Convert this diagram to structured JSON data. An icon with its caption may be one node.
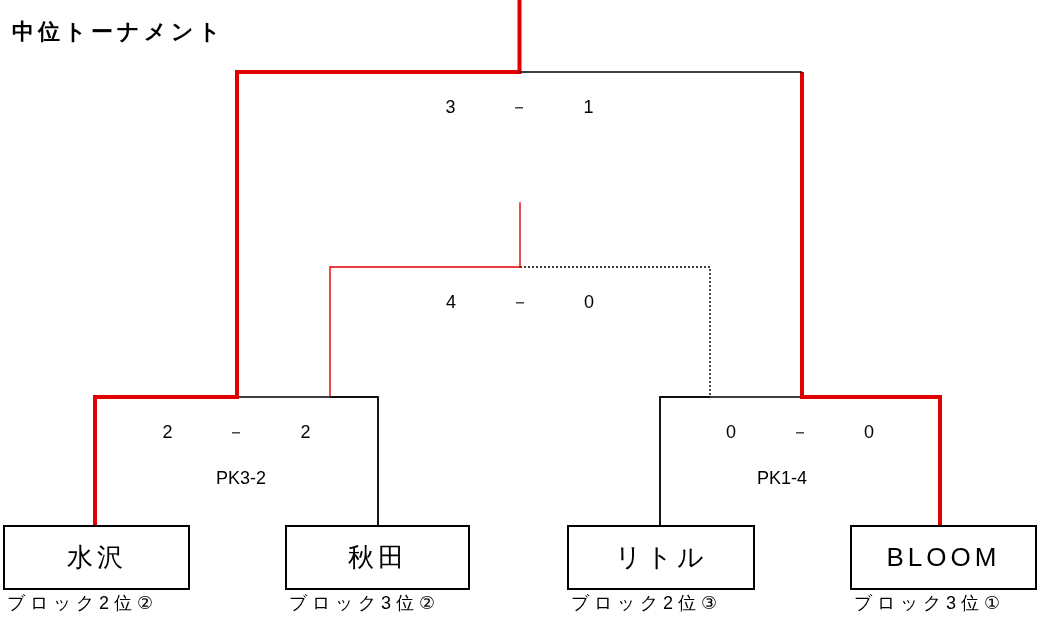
{
  "diagram": {
    "title": "中位トーナメント",
    "nodes": [
      {
        "text": [
          "水沢"
        ],
        "beside": [
          "ブロック2位②"
        ]
      },
      {
        "text": [
          "秋田"
        ],
        "beside": [
          "ブロック3位②"
        ]
      },
      {
        "text": [
          "リトル"
        ],
        "beside": [
          "ブロック2位③"
        ]
      },
      {
        "text": [
          "BLOOM"
        ],
        "beside": [
          "ブロック3位①"
        ]
      }
    ],
    "edges": [
      {
        "from": 0,
        "to": 1,
        "arrow": "none",
        "label": "2 － 2"
      },
      {
        "from": 3,
        "to": 2,
        "arrow": "none",
        "label": "0 － 0"
      },
      {
        "from": 0,
        "to": 3,
        "arrow": "none",
        "label": "3 － 1"
      },
      {
        "from": 1,
        "to": 2,
        "arrow": "none",
        "label": "4 － 0",
        "style": "dashed",
        "color": "#000000"
      }
    ],
    "labels": [
      "PK3-2",
      "PK1-4"
    ]
  }
}
